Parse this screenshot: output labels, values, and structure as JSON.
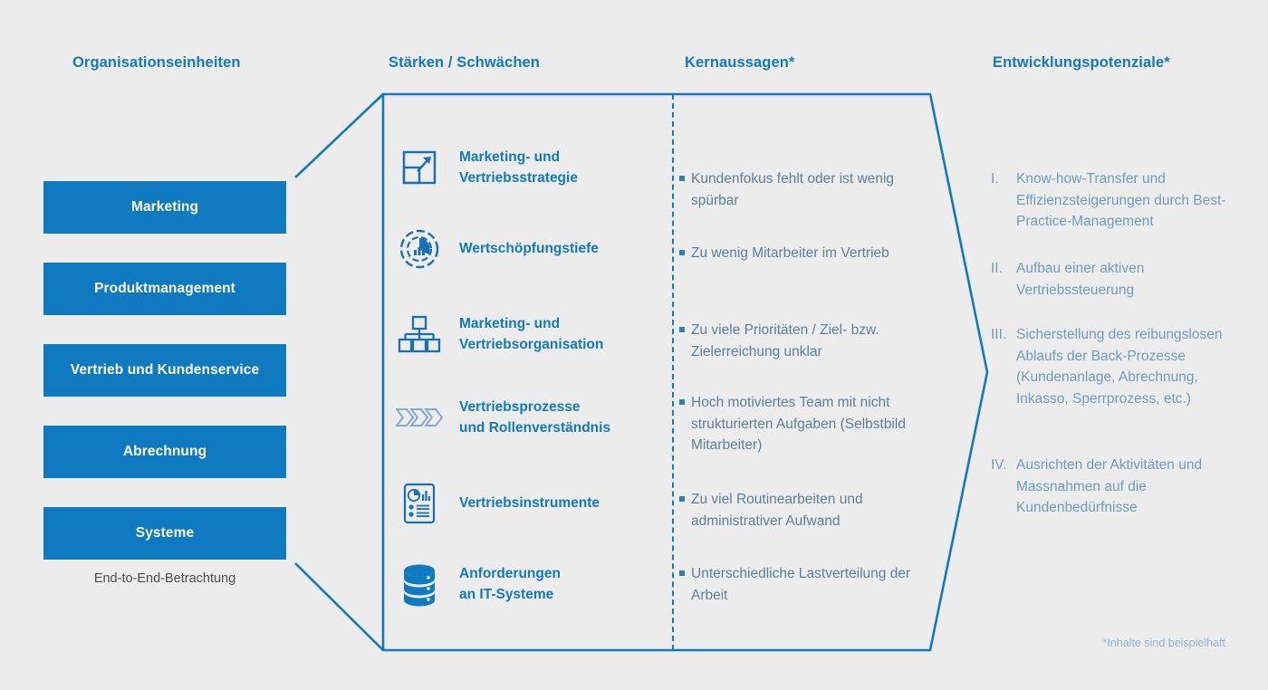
{
  "headers": {
    "organisationseinheiten": "Organisationseinheiten",
    "staerken_schwaechen": "Stärken / Schwächen",
    "kernaussagen": "Kernaussagen*",
    "entwicklungspotenziale": "Entwicklungspotenziale*"
  },
  "colors": {
    "background": "#ececed",
    "brand_blue": "#1279bf",
    "box_blue": "#0f7abf",
    "box_text": "#ffffff",
    "body_blue_gray": "#5b7f99",
    "right_col_text": "#6e9cbb",
    "caption_gray": "#4c4c4c",
    "footnote": "#8fb4cf"
  },
  "organisation_units": [
    {
      "label": "Marketing"
    },
    {
      "label": "Produktmanagement"
    },
    {
      "label": "Vertrieb und Kundenservice"
    },
    {
      "label": "Abrechnung"
    },
    {
      "label": "Systeme"
    }
  ],
  "organisation_caption": "End-to-End-Betrachtung",
  "strengths_weaknesses": [
    {
      "icon": "growth-arrow-box-icon",
      "label_line1": "Marketing- und",
      "label_line2": "Vertriebsstrategie"
    },
    {
      "icon": "value-chain-target-chart-icon",
      "label_line1": "Wertschöpfungstiefe",
      "label_line2": ""
    },
    {
      "icon": "org-chart-hierarchy-icon",
      "label_line1": "Marketing- und",
      "label_line2": "Vertriebsorganisation"
    },
    {
      "icon": "process-chevrons-icon",
      "label_line1": "Vertriebsprozesse",
      "label_line2": "und Rollenverständnis"
    },
    {
      "icon": "report-document-chart-icon",
      "label_line1": "Vertriebsinstrumente",
      "label_line2": ""
    },
    {
      "icon": "database-stack-icon",
      "label_line1": "Anforderungen",
      "label_line2": "an IT-Systeme"
    }
  ],
  "key_statements": [
    {
      "text": "Kundenfokus fehlt oder ist wenig spürbar"
    },
    {
      "text": "Zu wenig Mitarbeiter im Vertrieb"
    },
    {
      "text": "Zu viele Prioritäten / Ziel- bzw. Zielerreichung unklar"
    },
    {
      "text": "Hoch motiviertes Team mit nicht strukturierten Aufgaben (Selbstbild Mitarbeiter)"
    },
    {
      "text": "Zu viel Routinearbeiten und administrativer Aufwand"
    },
    {
      "text": "Unterschiedliche Lastverteilung der Arbeit"
    }
  ],
  "development_potentials": [
    {
      "numeral": "I.",
      "text": "Know-how-Transfer und Effizienzsteigerungen durch Best-Practice-Management"
    },
    {
      "numeral": "II.",
      "text": "Aufbau einer aktiven Vertriebssteuerung"
    },
    {
      "numeral": "III.",
      "text": "Sicherstellung des reibungslosen Ablaufs der Back-Prozesse (Kundenanlage, Abrechnung, Inkasso, Sperrprozess, etc.)"
    },
    {
      "numeral": "IV.",
      "text": "Ausrichten der Aktivitäten und Massnahmen auf die Kundenbedürfnisse"
    }
  ],
  "footnote": "*Inhalte sind beispielhaft"
}
